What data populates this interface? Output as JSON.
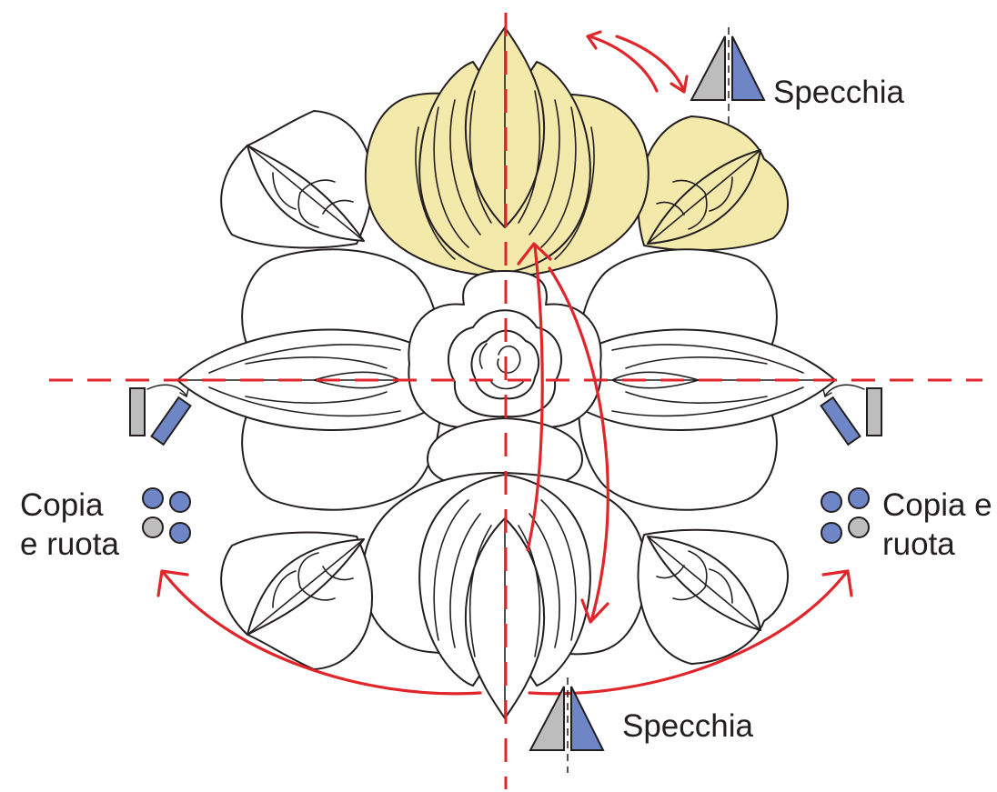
{
  "labels": {
    "mirror_top": "Specchia",
    "mirror_bottom": "Specchia",
    "copy_rotate_left_line1": "Copia",
    "copy_rotate_left_line2": "e ruota",
    "copy_rotate_right_line1": "Copia e",
    "copy_rotate_right_line2": "ruota"
  },
  "colors": {
    "highlight_fill": "#f3e9aa",
    "axis_red": "#e0252b",
    "outline": "#231f20",
    "icon_gray": "#bdbdbd",
    "icon_blue": "#6e85c6"
  }
}
